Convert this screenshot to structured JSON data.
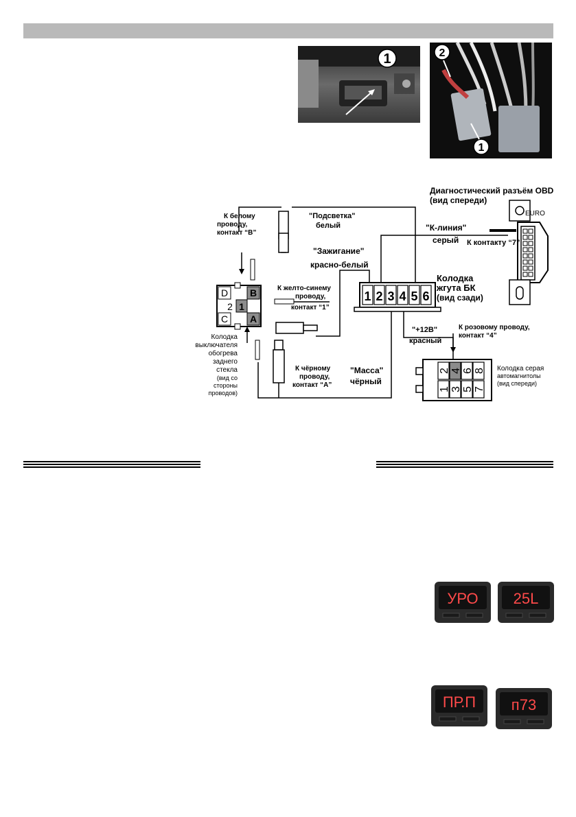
{
  "diagram": {
    "obd_title": "Диагностический разъём OBD II",
    "obd_view": "(вид спереди)",
    "euro": "EURO",
    "k_white_1": "К белому",
    "k_white_2": "проводу,",
    "k_white_3": "контакт “В”",
    "podsvetka": "\"Подсветка\"",
    "bely": "белый",
    "k_line": "\"К-линия\"",
    "sery": "серый",
    "k_contact7": "К контакту “7”",
    "zazhiganie": "\"Зажигание\"",
    "krasno_bely": "красно-белый",
    "yellow_blue_1": "К желто-синему",
    "yellow_blue_2": "проводу,",
    "yellow_blue_3": "контакт “1”",
    "harness_1": "Колодка",
    "harness_2": "жгута БК",
    "harness_3": "(вид сзади)",
    "harness_pins": [
      "1",
      "2",
      "3",
      "4",
      "5",
      "6"
    ],
    "switch_pins": {
      "d": "D",
      "b": "B",
      "two": "2",
      "one": "1",
      "c": "C",
      "a": "A"
    },
    "switch_caption": [
      "Колодка",
      "выключателя",
      "обогрева",
      "заднего",
      "стекла"
    ],
    "switch_sub": [
      "(вид со",
      "стороны",
      "проводов)"
    ],
    "black_1": "К чёрному",
    "black_2": "проводу,",
    "black_3": "контакт “А”",
    "massa": "\"Масса\"",
    "cherny": "чёрный",
    "plus12": "\"+12В\"",
    "krasny": "красный",
    "pink_1": "К розовому проводу,",
    "pink_2": "контакт “4”",
    "radio_1": "Колодка серая",
    "radio_2": "автомагнитолы",
    "radio_3": "(вид спереди)",
    "radio_pins": [
      "2",
      "4",
      "6",
      "8",
      "1",
      "3",
      "5",
      "7"
    ]
  },
  "photos": {
    "marker_1": "1",
    "marker_2": "2"
  },
  "displays": [
    {
      "text": "УРО",
      "color": "#ff4a4a"
    },
    {
      "text": "25L",
      "color": "#ff4a4a"
    },
    {
      "text": "ПР.П",
      "color": "#ff4a4a"
    },
    {
      "text": "п73",
      "color": "#ff4a4a"
    }
  ]
}
